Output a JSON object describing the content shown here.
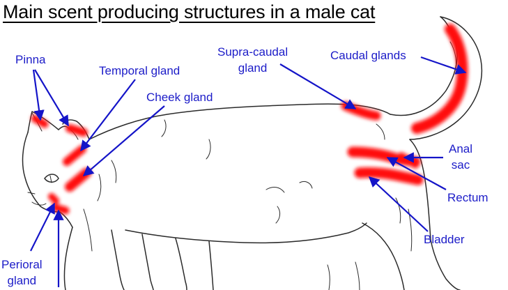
{
  "title": "Main scent producing structures in a male cat",
  "colors": {
    "label": "#1c1cc8",
    "arrow": "#1414c8",
    "gland": "#ff1010",
    "outline": "#2a2a2a"
  },
  "labels": {
    "pinna": "Pinna",
    "temporal_gland": "Temporal gland",
    "cheek_gland": "Cheek gland",
    "supra_caudal": [
      "Supra-caudal",
      "gland"
    ],
    "caudal_glands": "Caudal glands",
    "anal_sac": [
      "Anal",
      "sac"
    ],
    "rectum": "Rectum",
    "bladder": "Bladder",
    "perioral_gland": [
      "Perioral",
      "gland"
    ]
  }
}
